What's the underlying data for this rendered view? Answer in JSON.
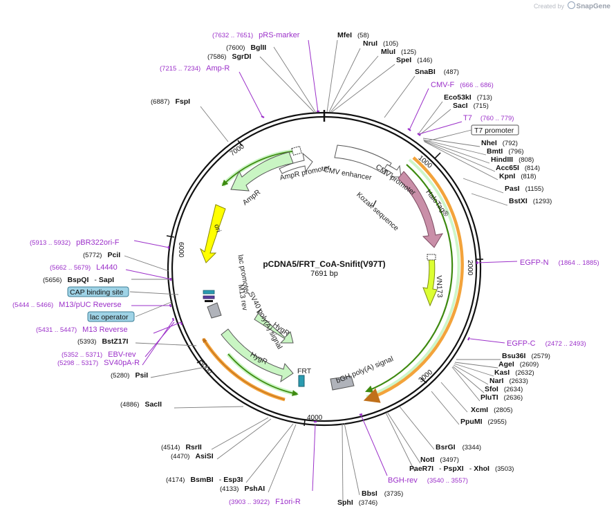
{
  "app": {
    "brand_prefix": "Created by",
    "brand_name": "SnapGene"
  },
  "plasmid": {
    "name": "pCDNA5/FRT_CoA-Snifit(V97T)",
    "size_label": "7691 bp",
    "length": 7691,
    "tick_labels": [
      "1000",
      "2000",
      "3000",
      "4000",
      "5000",
      "6000",
      "7000"
    ]
  },
  "colors": {
    "enzyme_label": "#111111",
    "primer_label": "#9b2fc9",
    "feature_green": "#c9f5c3",
    "feature_pink": "#c98fa8",
    "feature_yellow": "#ffff00",
    "feature_orange": "#f3a33b",
    "feature_gray": "#b0b3ba",
    "orf_green": "#3e8a10",
    "regulatory_box": "#9fd3e6"
  },
  "enzymes": [
    {
      "name": "MfeI",
      "pos": "(58)"
    },
    {
      "name": "NruI",
      "pos": "(105)"
    },
    {
      "name": "MluI",
      "pos": "(125)"
    },
    {
      "name": "SpeI",
      "pos": "(146)"
    },
    {
      "name": "SnaBI",
      "pos": "(487)"
    },
    {
      "name": "Eco53kI",
      "pos": "(713)"
    },
    {
      "name": "SacI",
      "pos": "(715)"
    },
    {
      "name": "NheI",
      "pos": "(792)"
    },
    {
      "name": "BmtI",
      "pos": "(796)"
    },
    {
      "name": "HindIII",
      "pos": "(808)"
    },
    {
      "name": "Acc65I",
      "pos": "(814)"
    },
    {
      "name": "KpnI",
      "pos": "(818)"
    },
    {
      "name": "PasI",
      "pos": "(1155)"
    },
    {
      "name": "BstXI",
      "pos": "(1293)"
    },
    {
      "name": "Bsu36I",
      "pos": "(2579)"
    },
    {
      "name": "AgeI",
      "pos": "(2609)"
    },
    {
      "name": "KasI",
      "pos": "(2632)"
    },
    {
      "name": "NarI",
      "pos": "(2633)"
    },
    {
      "name": "SfoI",
      "pos": "(2634)"
    },
    {
      "name": "PluTI",
      "pos": "(2636)"
    },
    {
      "name": "XcmI",
      "pos": "(2805)"
    },
    {
      "name": "PpuMI",
      "pos": "(2955)"
    },
    {
      "name": "BsrGI",
      "pos": "(3344)"
    },
    {
      "name": "NotI",
      "pos": "(3497)"
    },
    {
      "name": "PaeR7I",
      "pos": "",
      "pair": "PspXI",
      "pair_sep": "-",
      "pair2": "XhoI",
      "pair2_sep": "-",
      "pair2_pos": "(3503)"
    },
    {
      "name": "BbsI",
      "pos": "(3735)"
    },
    {
      "name": "SphI",
      "pos": "(3746)"
    },
    {
      "name": "PshAI",
      "pos": "(4133)"
    },
    {
      "name": "BsmBI",
      "pos": "(4174)",
      "pair": "Esp3I",
      "pair_sep": "-"
    },
    {
      "name": "AsiSI",
      "pos": "(4470)"
    },
    {
      "name": "RsrII",
      "pos": "(4514)"
    },
    {
      "name": "SacII",
      "pos": "(4886)"
    },
    {
      "name": "PsiI",
      "pos": "(5280)"
    },
    {
      "name": "BstZ17I",
      "pos": "(5393)"
    },
    {
      "name": "BspQI",
      "pos": "(5656)",
      "pair": "SapI",
      "pair_sep": "-"
    },
    {
      "name": "PciI",
      "pos": "(5772)"
    },
    {
      "name": "FspI",
      "pos": "(6887)"
    },
    {
      "name": "SgrDI",
      "pos": "(7586)"
    },
    {
      "name": "BglII",
      "pos": "(7600)"
    }
  ],
  "primers": [
    {
      "name": "pRS-marker",
      "range": "(7632 .. 7651)"
    },
    {
      "name": "Amp-R",
      "range": "(7215 .. 7234)"
    },
    {
      "name": "CMV-F",
      "range": "(666 .. 686)"
    },
    {
      "name": "T7",
      "range": "(760 .. 779)"
    },
    {
      "name": "EGFP-N",
      "range": "(1864 .. 1885)"
    },
    {
      "name": "EGFP-C",
      "range": "(2472 .. 2493)"
    },
    {
      "name": "BGH-rev",
      "range": "(3540 .. 3557)"
    },
    {
      "name": "F1ori-R",
      "range": "(3903 .. 3922)"
    },
    {
      "name": "SV40pA-R",
      "range": "(5298 .. 5317)"
    },
    {
      "name": "EBV-rev",
      "range": "(5352 .. 5371)"
    },
    {
      "name": "M13 Reverse",
      "range": "(5431 .. 5447)"
    },
    {
      "name": "M13/pUC Reverse",
      "range": "(5444 .. 5466)"
    },
    {
      "name": "L4440",
      "range": "(5662 .. 5679)"
    },
    {
      "name": "pBR322ori-F",
      "range": "(5913 .. 5932)"
    }
  ],
  "boxed_labels": {
    "t7_promoter": "T7 promoter",
    "cap_binding_site": "CAP binding site",
    "lac_operator": "lac operator"
  },
  "features": {
    "cmv_enhancer": "CMV enhancer",
    "cmv_promoter": "CMV promoter",
    "kozak": "Kozak sequence",
    "halotag": "HaloTag®",
    "vn173": "VN173",
    "bgh_polya": "bGH poly(A) signal",
    "frt": "FRT",
    "hygr_outer": "HygR",
    "hygr_inner": "HygR",
    "sv40_polya": "SV40 poly(A) signal",
    "m13_rev": "M13 rev",
    "lac_promoter": "lac promoter",
    "ori": "ori",
    "ampr": "AmpR",
    "ampr_promoter": "AmpR promoter"
  }
}
